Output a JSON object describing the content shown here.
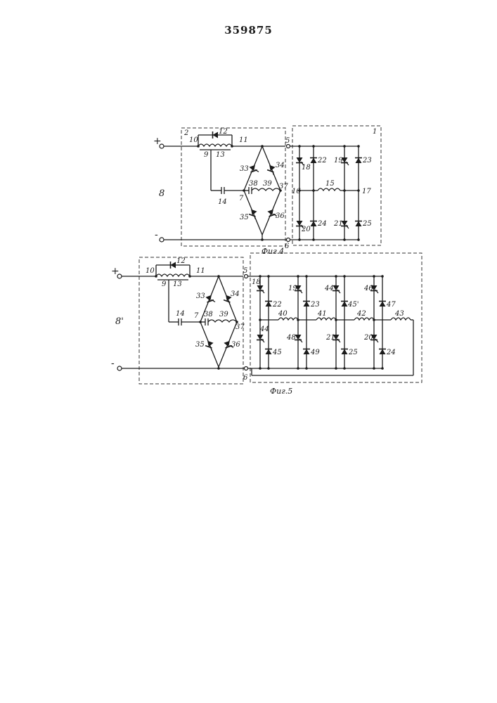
{
  "page_number": "359875",
  "fig4": {
    "caption": "Фиг.4",
    "plus": "+",
    "minus": "-",
    "side_label": "8",
    "box_left": "2",
    "box_right": "1",
    "n10": "10",
    "n11": "11",
    "n12": "12",
    "n9": "9",
    "n13": "13",
    "n5": "5",
    "n6": "6",
    "n7": "7",
    "n14": "14",
    "n38": "38",
    "n39": "39",
    "n37": "37",
    "n33": "33",
    "n34": "34",
    "n35": "35",
    "n36": "36",
    "n18": "18",
    "n22": "22",
    "n19": "19",
    "n23": "23",
    "n16": "16",
    "n15": "15",
    "n17": "17",
    "n20": "20",
    "n24": "24",
    "n21": "21",
    "n25": "25"
  },
  "fig5": {
    "caption": "Фиг.5",
    "plus": "+",
    "minus": "-",
    "side_label": "8'",
    "n10": "10",
    "n11": "11",
    "n12": "12",
    "n9": "9",
    "n13": "13",
    "n5": "5",
    "n6": "6",
    "n7": "7",
    "n14": "14",
    "n38": "38",
    "n39": "39",
    "n37": "37",
    "n33": "33",
    "n34": "34",
    "n35": "35",
    "n36": "36",
    "n18": "18",
    "n22": "22",
    "n19": "19",
    "n23": "23",
    "n44p": "44'",
    "n45p": "45'",
    "n46": "46",
    "n47": "47",
    "n40": "40",
    "n41": "41",
    "n42": "42",
    "n43": "43",
    "n44": "44",
    "n45": "45",
    "n48": "48",
    "n49": "49",
    "n21": "21",
    "n25": "25",
    "n20": "20",
    "n24": "24"
  }
}
